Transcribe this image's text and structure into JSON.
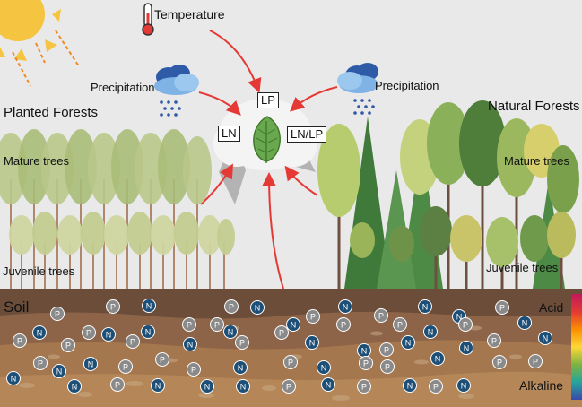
{
  "labels": {
    "temperature": "Temperature",
    "precipitation_left": "Precipitation",
    "precipitation_right": "Precipitation",
    "planted_forests": "Planted  Forests",
    "natural_forests": "Natural Forests",
    "mature_left": "Mature trees",
    "mature_right": "Mature trees",
    "juvenile_left": "Juvenile trees",
    "juvenile_right": "Juvenile trees",
    "soil": "Soil",
    "acid": "Acid",
    "alkaline": "Alkaline",
    "lp": "LP",
    "ln": "LN",
    "lnlp": "LN/LP"
  },
  "nutrients": {
    "n": "N",
    "p": "P"
  },
  "colors": {
    "background": "#e9e9e9",
    "sun": "#f5c542",
    "arrow": "#e53935",
    "leaf": "#6aa84f",
    "nitrogen": "#1d4f77",
    "phosphorus": "#8a8a8a",
    "soil_top": "#6b4d3a",
    "soil_mid": "#9a6e4b",
    "soil_bottom": "#b58758",
    "gradient": [
      "#c2185b",
      "#e53935",
      "#fb8c00",
      "#fdd835",
      "#7cb342",
      "#26a69a",
      "#3949ab"
    ]
  },
  "icons": [
    "sun-icon",
    "thermometer-icon",
    "rain-cloud-icon",
    "leaf-icon",
    "tree-icon"
  ]
}
